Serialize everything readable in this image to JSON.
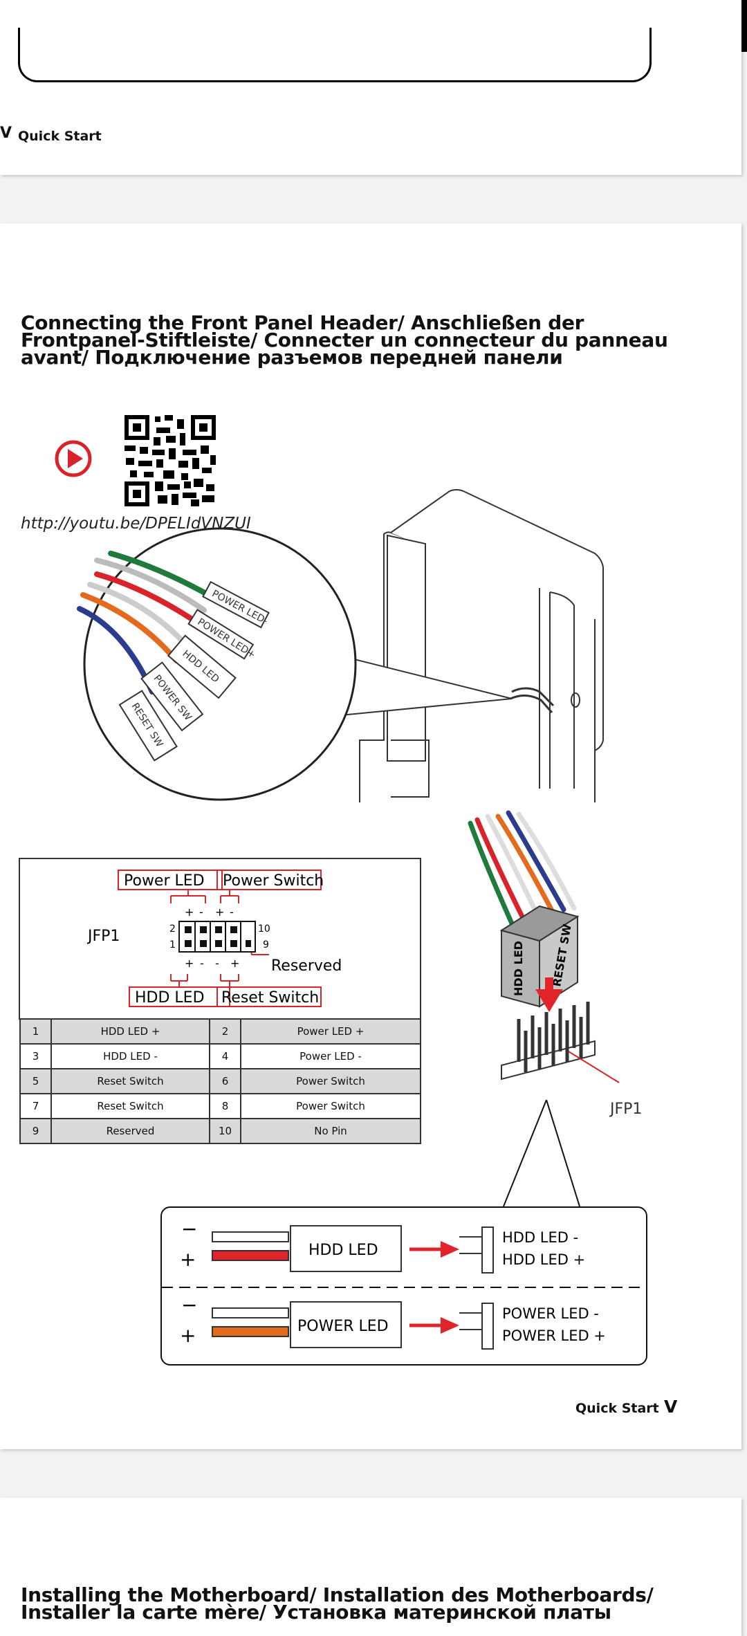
{
  "header": {
    "breadcrumb_left": "Quick Start",
    "page_mark_left": "V"
  },
  "section": {
    "title": "Connecting the Front Panel Header/ Anschließen der Frontpanel-Stiftleiste/ Connecter un connecteur du panneau avant/ Подключение разъемов передней панели",
    "title_lines": [
      "Connecting the Front Panel Header/ Anschließen der",
      "Frontpanel-Stiftleiste/ Connecter un connecteur du panneau",
      "avant/ Подключение разъемов передней панели"
    ],
    "video_link": "http://youtu.be/DPELIdVNZUI"
  },
  "cable_labels": [
    "POWER LED-",
    "POWER LED+",
    "HDD LED",
    "POWER SW",
    "RESET SW"
  ],
  "pin_diagram": {
    "header_name": "JFP1",
    "top_labels": [
      "Power LED",
      "Power Switch"
    ],
    "bottom_labels": [
      "HDD LED",
      "Reset Switch"
    ],
    "side_label": "Reserved",
    "pin_numbers": [
      "2",
      "1",
      "10",
      "9"
    ],
    "polarity": [
      "+",
      "-",
      "+",
      "-"
    ]
  },
  "pin_table": {
    "rows": [
      [
        "1",
        "HDD LED +",
        "2",
        "Power LED +"
      ],
      [
        "3",
        "HDD LED -",
        "4",
        "Power LED -"
      ],
      [
        "5",
        "Reset Switch",
        "6",
        "Power Switch"
      ],
      [
        "7",
        "Reset Switch",
        "8",
        "Power Switch"
      ],
      [
        "9",
        "Reserved",
        "10",
        "No Pin"
      ]
    ]
  },
  "connector": {
    "plug_labels": [
      "HDD LED",
      "RESET SW"
    ],
    "header_label": "JFP1"
  },
  "led_detail": {
    "hdd": {
      "label": "HDD LED",
      "minus": "HDD LED -",
      "plus": "HDD LED +",
      "minus_sign": "−",
      "plus_sign": "+"
    },
    "power": {
      "label": "POWER LED",
      "minus": "POWER LED -",
      "plus": "POWER LED +",
      "minus_sign": "−",
      "plus_sign": "+"
    }
  },
  "footer": {
    "label": "Quick Start",
    "page_mark": "V"
  },
  "next_section": {
    "title_lines": [
      "Installing the Motherboard/ Installation des Motherboards/",
      "Installer la carte mère/ Установка материнской платы"
    ]
  },
  "colors": {
    "accent_red": "#e0242a",
    "green": "#1f7a3c",
    "orange": "#e46a1d",
    "blue": "#2b3c8f",
    "qr_red": "#d8232a"
  }
}
